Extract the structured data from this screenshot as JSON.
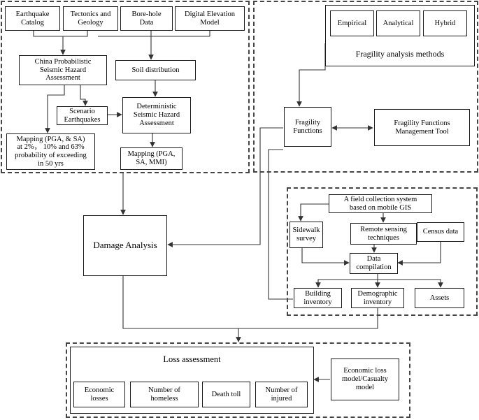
{
  "hazard": {
    "earthquake_catalog": "Earthquake\nCatalog",
    "tectonics_geology": "Tectonics and\nGeology",
    "bore_hole_data": "Bore-hole\nData",
    "digital_elevation_model": "Digital Elevation\nModel",
    "china_psha": "China Probabilistic\nSeismic Hazard\nAssessment",
    "soil_distribution": "Soil distribution",
    "scenario_earthquakes": "Scenario\nEarthquakes",
    "deterministic_sha": "Deterministic\nSeismic Hazard\nAssessment",
    "mapping_probabilistic": "Mapping (PGA, & SA)\nat 2%，  10% and 63%\nprobability of exceeding\nin 50 yrs",
    "mapping_deterministic": "Mapping (PGA,\nSA, MMI)"
  },
  "fragility": {
    "methods_title": "Fragility analysis methods",
    "empirical": "Empirical",
    "analytical": "Analytical",
    "hybrid": "Hybrid",
    "functions": "Fragility\nFunctions",
    "management_tool": "Fragility Functions\nManagement Tool"
  },
  "damage": {
    "label": "Damage Analysis"
  },
  "inventory": {
    "field_collection": "A field collection system\nbased on mobile GIS",
    "sidewalk_survey": "Sidewalk\nsurvey",
    "remote_sensing": "Remote sensing\ntechniques",
    "census_data": "Census data",
    "data_compilation": "Data\ncompilation",
    "building_inventory": "Building\ninventory",
    "demographic_inventory": "Demographic\ninventory",
    "assets": "Assets"
  },
  "loss": {
    "title": "Loss assessment",
    "economic_losses": "Economic\nlosses",
    "number_homeless": "Number of\nhomeless",
    "death_toll": "Death toll",
    "number_injured": "Number of\ninjured",
    "economic_model": "Economic loss\nmodel/Casualty\nmodel"
  }
}
